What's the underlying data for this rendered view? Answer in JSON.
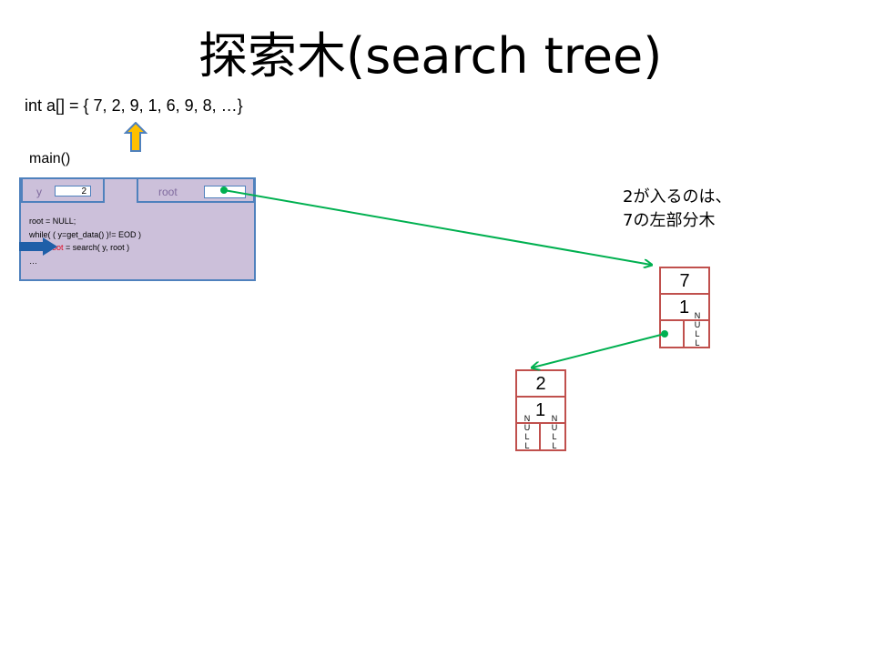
{
  "title": "探索木(search tree)",
  "array_line": "int a[] = { 7, 2, 9, 1, 6, 9, 8, …}",
  "main_label": "main()",
  "frame": {
    "y_label": "y",
    "y_value": "2",
    "root_label": "root",
    "code": {
      "line1": "root = NULL;",
      "line2": "while( ( y=get_data() )!= EOD )",
      "line3_var": "root",
      "line3_rest": " = search( y, root )",
      "line4": "…"
    }
  },
  "annotation": {
    "line1": "2が入るのは、",
    "line2": "7の左部分木"
  },
  "nodes": {
    "node7": {
      "key": "7",
      "count": "1",
      "right_null": "N U L L"
    },
    "node2": {
      "key": "2",
      "count": "1",
      "left_null": "N U L L",
      "right_null": "N U L L"
    }
  },
  "colors": {
    "frame_fill": "#ccc0da",
    "frame_border": "#4f81bd",
    "pointer_arrow": "#00b050",
    "node_border": "#c0504d",
    "marker_arrow_fill": "#ffc000",
    "marker_arrow_stroke": "#4f81bd",
    "current_line_arrow": "#1f5fa8"
  },
  "icons": {
    "array_pointer": "up-arrow-icon",
    "current_line": "right-arrow-icon"
  }
}
